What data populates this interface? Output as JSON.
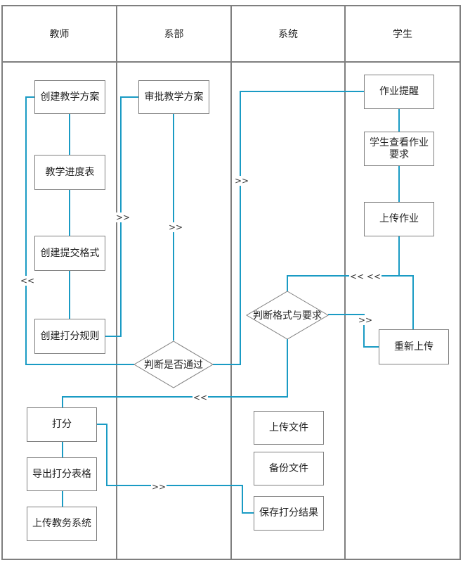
{
  "lanes": [
    "教师",
    "系部",
    "系统",
    "学生"
  ],
  "boxes": {
    "create_plan": "创建教学方案",
    "progress_table": "教学进度表",
    "create_format": "创建提交格式",
    "create_rules": "创建打分规则",
    "approve_plan": "审批教学方案",
    "homework_remind": "作业提醒",
    "view_requirements": "学生查看作业要求",
    "upload_homework": "上传作业",
    "reupload": "重新上传",
    "upload_file": "上传文件",
    "backup_file": "备份文件",
    "save_result": "保存打分结果",
    "score": "打分",
    "export_table": "导出打分表格",
    "upload_academic": "上传教务系统"
  },
  "decisions": {
    "check_format": "判断格式与要求",
    "check_pass": "判断是否通过"
  },
  "connector_tags": {
    "right": ">>",
    "left": "<<",
    "left_double": "<< <<"
  },
  "colors": {
    "connector": "#1a9bc4",
    "border": "#7f7f7f"
  }
}
